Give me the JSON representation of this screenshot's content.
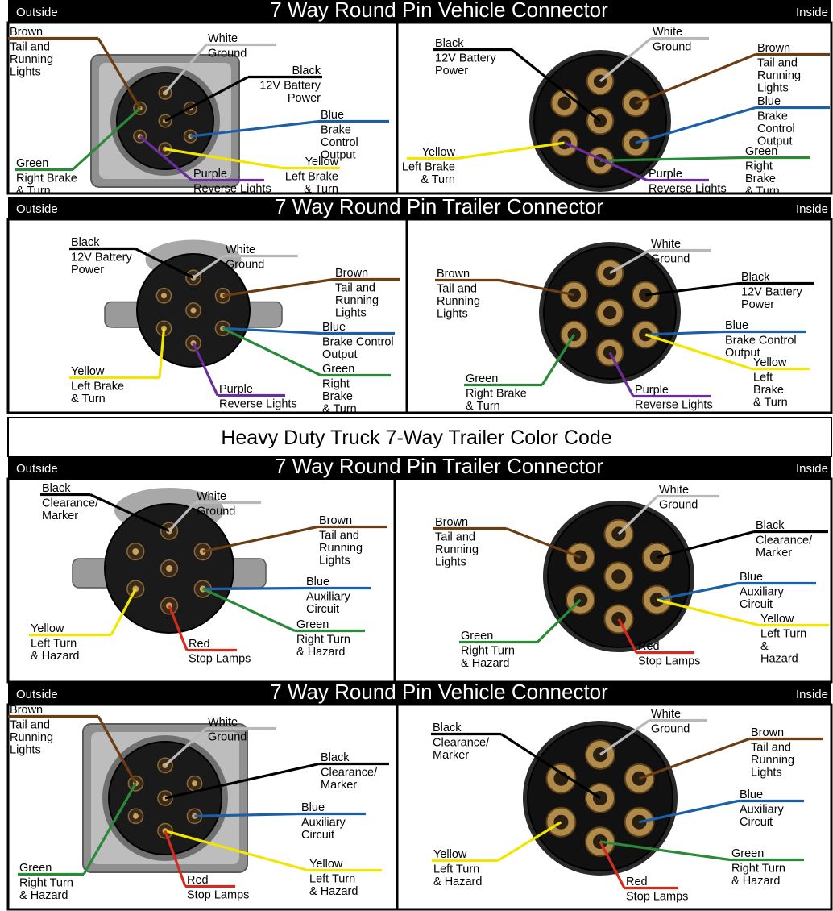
{
  "colors": {
    "brown": "#6b3d12",
    "white": "#b8b8b8",
    "black": "#000000",
    "blue": "#1a5fa8",
    "yellow": "#f2e600",
    "green": "#2a8a3a",
    "purple": "#6a2e9a",
    "red": "#d62a1e"
  },
  "heavy_duty_heading": "Heavy Duty Truck 7-Way Trailer Color Code",
  "sections": [
    {
      "header": {
        "left": "Outside",
        "title": "7 Way Round Pin Vehicle Connector",
        "right": "Inside"
      },
      "outside": {
        "labels": [
          {
            "lines": [
              "Brown",
              "Tail and",
              "Running",
              "Lights"
            ]
          },
          {
            "lines": [
              "White",
              "Ground"
            ]
          },
          {
            "lines": [
              "Black",
              "12V Battery",
              "Power"
            ]
          },
          {
            "lines": [
              "Blue",
              "Brake",
              "Control",
              "Output"
            ]
          },
          {
            "lines": [
              "Yellow",
              "Left Brake",
              "& Turn"
            ]
          },
          {
            "lines": [
              "Purple",
              "Reverse Lights"
            ]
          },
          {
            "lines": [
              "Green",
              "Right Brake",
              "& Turn"
            ]
          }
        ]
      },
      "inside": {
        "labels": [
          {
            "lines": [
              "White",
              "Ground"
            ]
          },
          {
            "lines": [
              "Black",
              "12V Battery",
              "Power"
            ]
          },
          {
            "lines": [
              "Brown",
              "Tail and",
              "Running",
              "Lights"
            ]
          },
          {
            "lines": [
              "Blue",
              "Brake",
              "Control",
              "Output"
            ]
          },
          {
            "lines": [
              "Green",
              "Right",
              "Brake",
              "& Turn"
            ]
          },
          {
            "lines": [
              "Yellow",
              "Left Brake",
              "& Turn"
            ]
          },
          {
            "lines": [
              "Purple",
              "Reverse Lights"
            ]
          }
        ]
      }
    },
    {
      "header": {
        "left": "Outside",
        "title": "7 Way Round Pin Trailer Connector",
        "right": "Inside"
      },
      "outside": {
        "labels": [
          {
            "lines": [
              "Black",
              "12V Battery",
              "Power"
            ]
          },
          {
            "lines": [
              "White",
              "Ground"
            ]
          },
          {
            "lines": [
              "Brown",
              "Tail and",
              "Running",
              "Lights"
            ]
          },
          {
            "lines": [
              "Blue",
              "Brake Control",
              "Output"
            ]
          },
          {
            "lines": [
              "Yellow",
              "Left Brake",
              "& Turn"
            ]
          },
          {
            "lines": [
              "Purple",
              "Reverse Lights"
            ]
          },
          {
            "lines": [
              "Green",
              "Right",
              "Brake",
              "& Turn"
            ]
          }
        ]
      },
      "inside": {
        "labels": [
          {
            "lines": [
              "White",
              "Ground"
            ]
          },
          {
            "lines": [
              "Brown",
              "Tail and",
              "Running",
              "Lights"
            ]
          },
          {
            "lines": [
              "Black",
              "12V Battery",
              "Power"
            ]
          },
          {
            "lines": [
              "Blue",
              "Brake Control",
              "Output"
            ]
          },
          {
            "lines": [
              "Yellow",
              "Left",
              "Brake",
              "& Turn"
            ]
          },
          {
            "lines": [
              "Green",
              "Right Brake",
              "& Turn"
            ]
          },
          {
            "lines": [
              "Purple",
              "Reverse Lights"
            ]
          }
        ]
      }
    },
    {
      "header": {
        "left": "Outside",
        "title": "7 Way Round Pin Trailer Connector",
        "right": "Inside"
      },
      "outside": {
        "labels": [
          {
            "lines": [
              "Black",
              "Clearance/",
              "Marker"
            ]
          },
          {
            "lines": [
              "White",
              "Ground"
            ]
          },
          {
            "lines": [
              "Brown",
              "Tail and",
              "Running",
              "Lights"
            ]
          },
          {
            "lines": [
              "Blue",
              "Auxiliary",
              "Circuit"
            ]
          },
          {
            "lines": [
              "Green",
              "Right Turn",
              "& Hazard"
            ]
          },
          {
            "lines": [
              "Yellow",
              "Left Turn",
              "& Hazard"
            ]
          },
          {
            "lines": [
              "Red",
              "Stop Lamps"
            ]
          }
        ]
      },
      "inside": {
        "labels": [
          {
            "lines": [
              "White",
              "Ground"
            ]
          },
          {
            "lines": [
              "Brown",
              "Tail and",
              "Running",
              "Lights"
            ]
          },
          {
            "lines": [
              "Black",
              "Clearance/",
              "Marker"
            ]
          },
          {
            "lines": [
              "Blue",
              "Auxiliary",
              "Circuit"
            ]
          },
          {
            "lines": [
              "Yellow",
              "Left Turn",
              "&",
              "Hazard"
            ]
          },
          {
            "lines": [
              "Green",
              "Right Turn",
              "& Hazard"
            ]
          },
          {
            "lines": [
              "Red",
              "Stop Lamps"
            ]
          }
        ]
      }
    },
    {
      "header": {
        "left": "Outside",
        "title": "7 Way Round Pin Vehicle Connector",
        "right": "Inside"
      },
      "outside": {
        "labels": [
          {
            "lines": [
              "Brown",
              "Tail and",
              "Running",
              "Lights"
            ]
          },
          {
            "lines": [
              "White",
              "Ground"
            ]
          },
          {
            "lines": [
              "Black",
              "Clearance/",
              "Marker"
            ]
          },
          {
            "lines": [
              "Blue",
              "Auxiliary",
              "Circuit"
            ]
          },
          {
            "lines": [
              "Yellow",
              "Left Turn",
              "& Hazard"
            ]
          },
          {
            "lines": [
              "Red",
              "Stop Lamps"
            ]
          },
          {
            "lines": [
              "Green",
              "Right Turn",
              "& Hazard"
            ]
          }
        ]
      },
      "inside": {
        "labels": [
          {
            "lines": [
              "White",
              "Ground"
            ]
          },
          {
            "lines": [
              "Black",
              "Clearance/",
              "Marker"
            ]
          },
          {
            "lines": [
              "Brown",
              "Tail and",
              "Running",
              "Lights"
            ]
          },
          {
            "lines": [
              "Blue",
              "Auxiliary",
              "Circuit"
            ]
          },
          {
            "lines": [
              "Yellow",
              "Left Turn",
              "& Hazard"
            ]
          },
          {
            "lines": [
              "Red",
              "Stop Lamps"
            ]
          },
          {
            "lines": [
              "Green",
              "Right Turn",
              "& Hazard"
            ]
          }
        ]
      }
    }
  ]
}
